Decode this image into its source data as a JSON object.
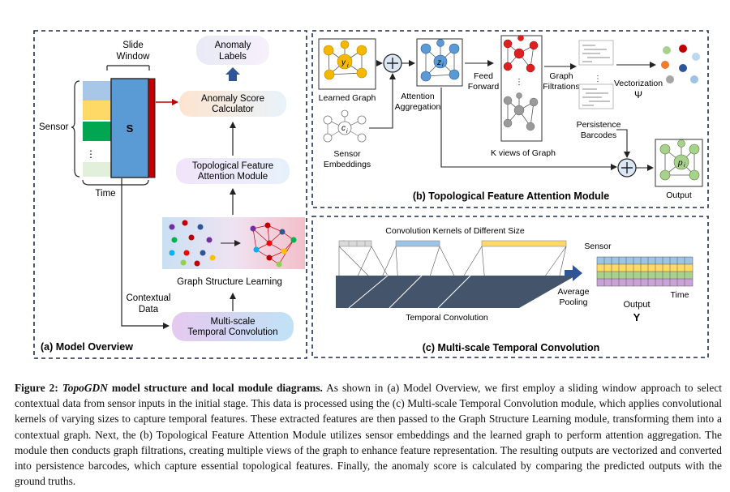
{
  "panel_a": {
    "title": "(a) Model Overview",
    "slide_window": "Slide\nWindow",
    "slide_window_1": "Slide",
    "slide_window_2": "Window",
    "sensor": "Sensor",
    "time": "Time",
    "window_letter": "S",
    "dots": "⋮",
    "anomaly_labels_1": "Anomaly",
    "anomaly_labels_2": "Labels",
    "score_calc_1": "Anomaly Score",
    "score_calc_2": "Calculator",
    "tfa_1": "Topological Feature",
    "tfa_2": "Attention Module",
    "gsl": "Graph Structure Learning",
    "contextual_1": "Contextual",
    "contextual_2": "Data",
    "mstc_1": "Multi-scale",
    "mstc_2": "Temporal Convolution"
  },
  "panel_b": {
    "title": "(b) Topological Feature Attention Module",
    "learned_graph": "Learned Graph",
    "sensor_emb_1": "Sensor",
    "sensor_emb_2": "Embeddings",
    "attention_1": "Attention",
    "attention_2": "Aggregation",
    "feed_1": "Feed",
    "feed_2": "Forward",
    "filtrations_1": "Graph",
    "filtrations_2": "Filtrations",
    "kviews": "K views of Graph",
    "vectorization": "Vectorization",
    "psi": "Ψ",
    "persistence_1": "Persistence",
    "persistence_2": "Barcodes",
    "output": "Output",
    "node_yi": "y",
    "node_zi": "z",
    "node_ci": "c",
    "node_pi": "p",
    "sub_i": "i"
  },
  "panel_c": {
    "title": "(c) Multi-scale Temporal Convolution",
    "kernels": "Convolution Kernels  of Different Size",
    "temporal_conv": "Temporal Convolution",
    "sensor": "Sensor",
    "time": "Time",
    "avg_pool_1": "Average",
    "avg_pool_2": "Pooling",
    "output": "Output",
    "output_sym": "Y"
  },
  "caption": {
    "label": "Figure 2:",
    "model": "TopoGDN",
    "heading": " model structure and local module diagrams.",
    "body": "  As shown in (a) Model Overview, we first employ a sliding window approach to select contextual data from sensor inputs in the initial stage. This data is processed using the (c) Multi-scale Temporal Convolution module, which applies convolutional kernels of varying sizes to capture temporal features. These extracted features are then passed to the Graph Structure Learning module, transforming them into a contextual graph. Next, the (b) Topological Feature Attention Module utilizes sensor embeddings and the learned graph to perform attention aggregation. The module then conducts graph filtrations, creating multiple views of the graph to enhance feature representation. The resulting outputs are vectorized and converted into persistence barcodes, which capture essential topological features. Finally, the anomaly score is calculated by comparing the predicted outputs with the ground truths."
  },
  "colors": {
    "dash_border": "#1f2d4d",
    "window_blue": "#5b9bd5",
    "window_red": "#c00000",
    "arrow_blue": "#2f5597",
    "yellow_node": "#f5b800",
    "blue_node": "#5b9bd5",
    "green_node": "#a9d18e",
    "red_node": "#e02020",
    "gray_node": "#8c8c8c"
  }
}
